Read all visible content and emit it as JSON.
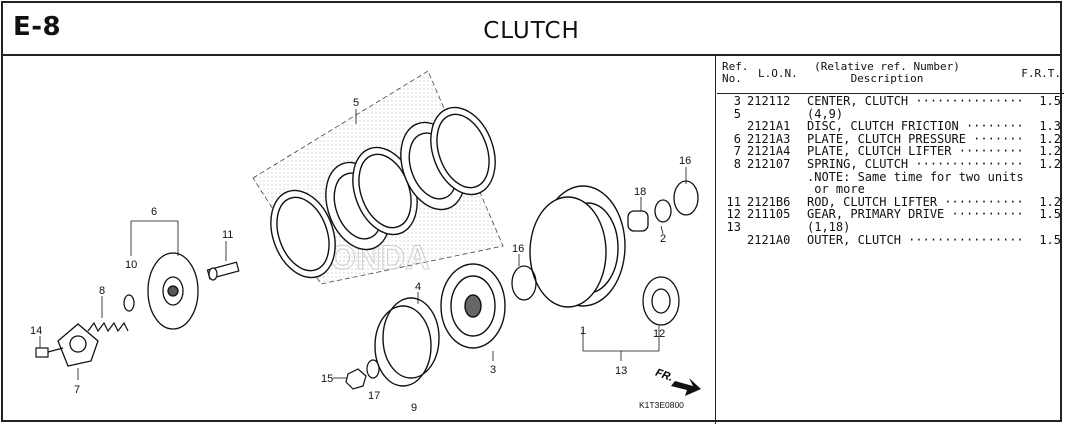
{
  "header": {
    "code": "E-8",
    "title": "CLUTCH"
  },
  "diagram": {
    "callouts": [
      "1",
      "2",
      "3",
      "4",
      "5",
      "6",
      "7",
      "8",
      "9",
      "10",
      "11",
      "12",
      "13",
      "14",
      "15",
      "16",
      "16",
      "17",
      "18"
    ],
    "direction_label": "FR.",
    "drawing_code": "K1T3E0800",
    "watermark": "HONDA"
  },
  "parts_table": {
    "headers": {
      "ref": "Ref.\nNo.",
      "lon": "L.O.N.",
      "desc": "(Relative ref. Number)\nDescription",
      "frt": "F.R.T."
    },
    "rows": [
      {
        "ref": "3",
        "lon": "212112",
        "desc": "CENTER, CLUTCH ···············",
        "frt": "1.5"
      },
      {
        "ref": "5",
        "lon": "",
        "desc": "(4,9)",
        "frt": ""
      },
      {
        "ref": "",
        "lon": "2121A1",
        "desc": "DISC, CLUTCH FRICTION ········",
        "frt": "1.3"
      },
      {
        "ref": "6",
        "lon": "2121A3",
        "desc": "PLATE, CLUTCH PRESSURE ·······",
        "frt": "1.2"
      },
      {
        "ref": "7",
        "lon": "2121A4",
        "desc": "PLATE, CLUTCH LIFTER ·········",
        "frt": "1.2"
      },
      {
        "ref": "8",
        "lon": "212107",
        "desc": "SPRING, CLUTCH ···············",
        "frt": "1.2"
      },
      {
        "ref": "",
        "lon": "",
        "desc": ".NOTE: Same time for two units",
        "frt": ""
      },
      {
        "ref": "",
        "lon": "",
        "desc": " or more",
        "frt": ""
      },
      {
        "ref": "11",
        "lon": "2121B6",
        "desc": "ROD, CLUTCH LIFTER ···········",
        "frt": "1.2"
      },
      {
        "ref": "12",
        "lon": "211105",
        "desc": "GEAR, PRIMARY DRIVE ··········",
        "frt": "1.5"
      },
      {
        "ref": "13",
        "lon": "",
        "desc": "(1,18)",
        "frt": ""
      },
      {
        "ref": "",
        "lon": "2121A0",
        "desc": "OUTER, CLUTCH ················",
        "frt": "1.5"
      }
    ]
  }
}
